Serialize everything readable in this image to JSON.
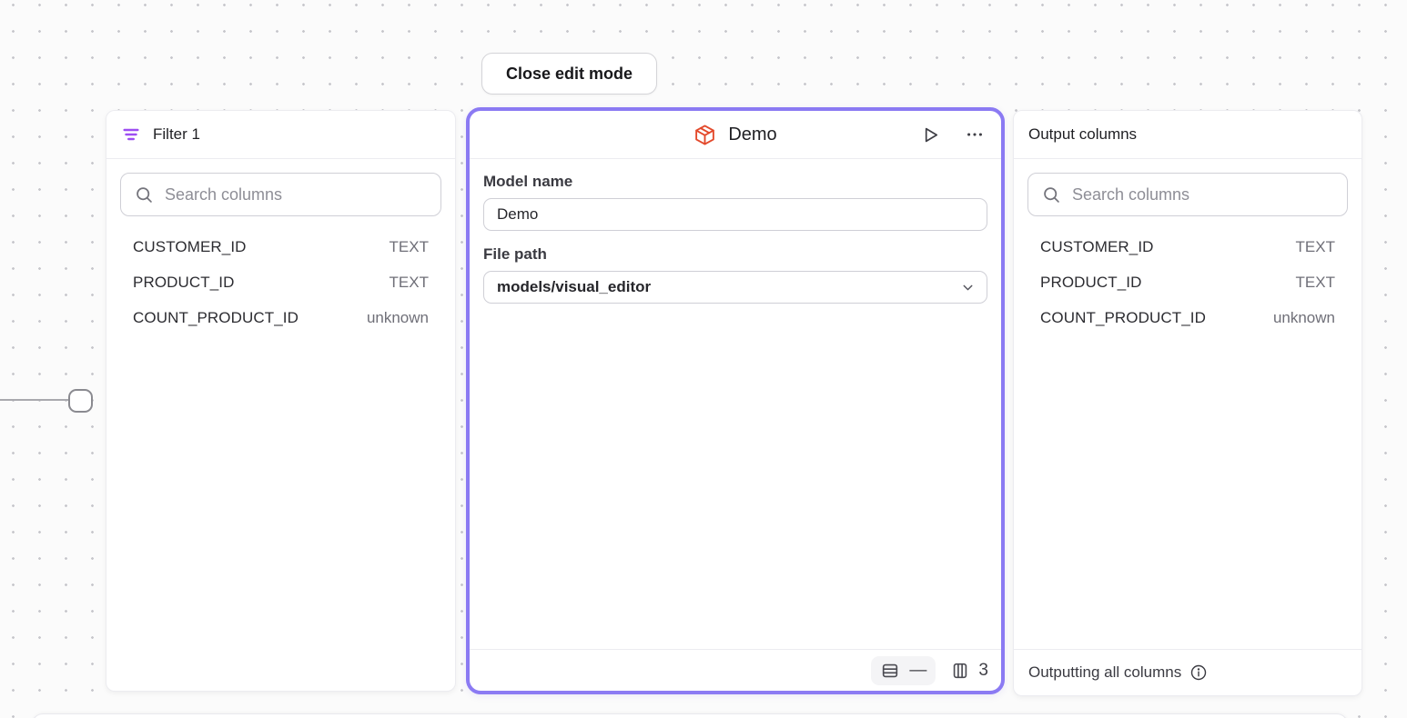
{
  "toolbar": {
    "close_edit_mode_label": "Close edit mode"
  },
  "filter_panel": {
    "title": "Filter 1",
    "search_placeholder": "Search columns",
    "columns": [
      {
        "name": "CUSTOMER_ID",
        "type": "TEXT"
      },
      {
        "name": "PRODUCT_ID",
        "type": "TEXT"
      },
      {
        "name": "COUNT_PRODUCT_ID",
        "type": "unknown"
      }
    ]
  },
  "model_panel": {
    "title": "Demo",
    "model_name_label": "Model name",
    "model_name_value": "Demo",
    "file_path_label": "File path",
    "file_path_value": "models/visual_editor",
    "footer": {
      "rows_value": "—",
      "columns_value": "3"
    }
  },
  "output_panel": {
    "title": "Output columns",
    "search_placeholder": "Search columns",
    "columns": [
      {
        "name": "CUSTOMER_ID",
        "type": "TEXT"
      },
      {
        "name": "PRODUCT_ID",
        "type": "TEXT"
      },
      {
        "name": "COUNT_PRODUCT_ID",
        "type": "unknown"
      }
    ],
    "footer_text": "Outputting all columns"
  },
  "icons": {
    "filter": "filter-lines",
    "model": "package-cube",
    "run": "play-outline",
    "menu": "ellipsis",
    "search": "magnifier",
    "rows": "table-rows",
    "columns": "table-columns",
    "info": "info-circle"
  },
  "colors": {
    "selected_node_border": "#8b7af3",
    "filter_icon": "#9d4ef2",
    "model_icon": "#e3492b",
    "canvas_dot": "#c7c7cc"
  }
}
